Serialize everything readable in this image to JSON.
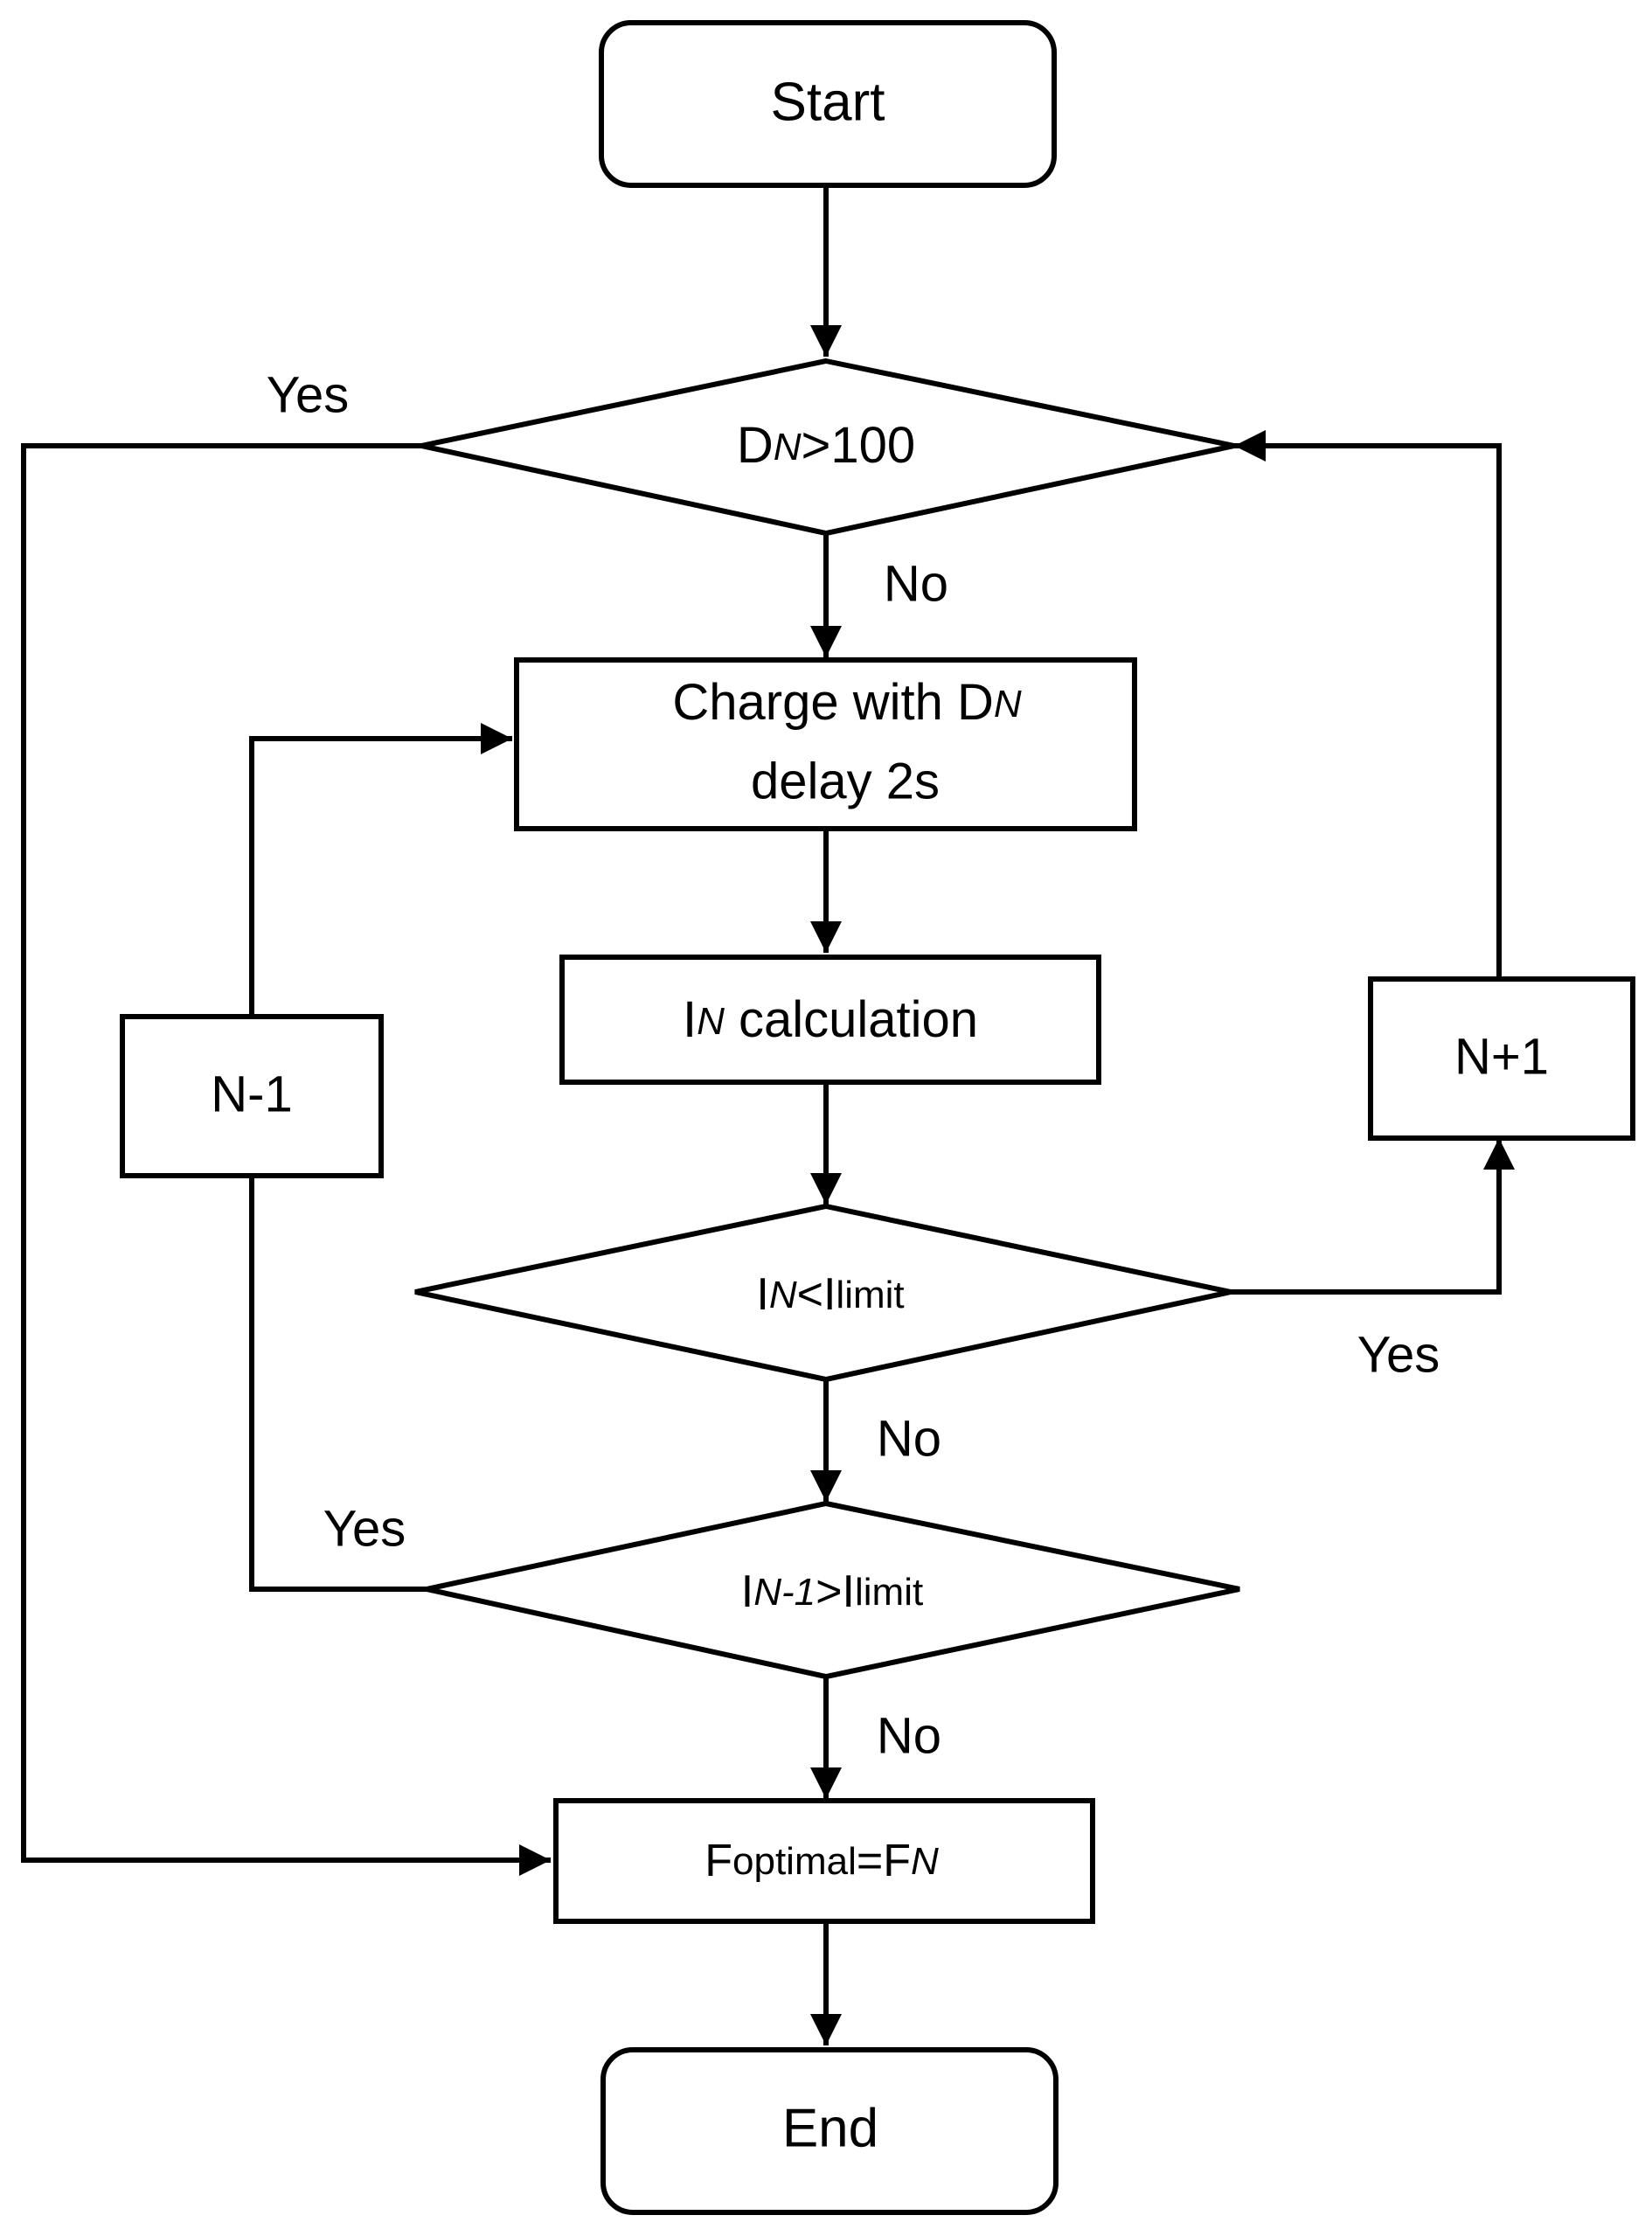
{
  "start": {
    "label": "Start"
  },
  "end": {
    "label": "End"
  },
  "decision_dn": {
    "base": "D",
    "sub": "N",
    "rest": ">100"
  },
  "charge": {
    "line1_text": "Charge with D",
    "line1_sub": "N",
    "line2": "delay 2s"
  },
  "in_calc": {
    "base": "I",
    "sub": "N",
    "rest": " calculation"
  },
  "decision_in": {
    "base": "I",
    "sub": "N",
    "mid": "<I",
    "sub2": "limit"
  },
  "decision_in1": {
    "base": "I",
    "sub": "N-1",
    "mid": ">I",
    "sub2": "limit"
  },
  "optimal": {
    "base": "F",
    "sub": "optimal",
    "mid": "=F",
    "sub2": "N"
  },
  "n_minus": {
    "label": "N-1"
  },
  "n_plus": {
    "label": "N+1"
  },
  "labels": {
    "yes_top": "Yes",
    "no_1": "No",
    "yes_right": "Yes",
    "no_2": "No",
    "yes_left": "Yes",
    "no_3": "No"
  }
}
